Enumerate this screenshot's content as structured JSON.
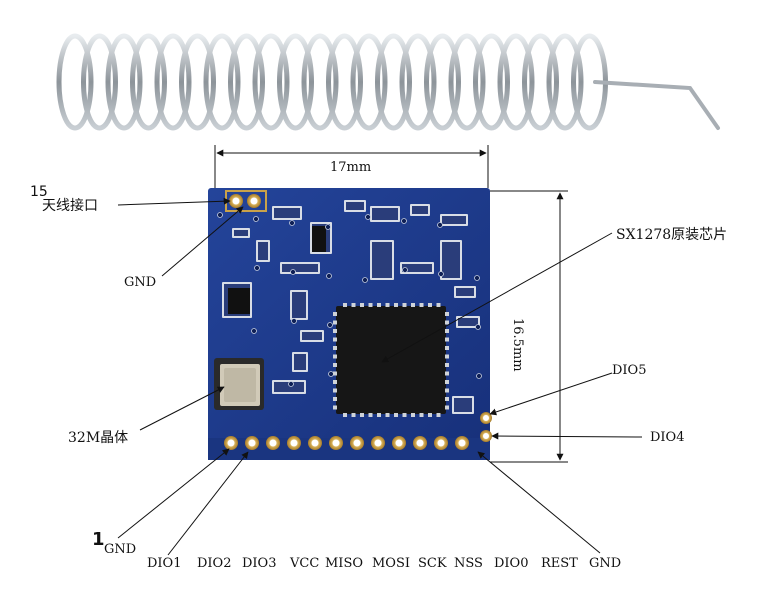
{
  "dimension": {
    "width": "17mm",
    "height": "16.5mm"
  },
  "labels": {
    "antenna_interface": "天线接口",
    "antenna_pin_number": "15",
    "gnd_top": "GND",
    "chip": "SX1278原装芯片",
    "crystal": "32M晶体",
    "dio5": "DIO5",
    "dio4": "DIO4",
    "pin1_number": "1",
    "pin1_gnd": "GND"
  },
  "bottom_pins": [
    "DIO1",
    "DIO2",
    "DIO3",
    "VCC",
    "MISO",
    "MOSI",
    "SCK",
    "NSS",
    "DIO0",
    "REST",
    "GND"
  ],
  "colors": {
    "pcb": "#1f3a8c",
    "pcb_dark": "#13286a",
    "pad_gold": "#c9a24a",
    "chip_body": "#1a1a1a",
    "crystal_body": "#cfc9b8",
    "spring": "#9aa0a6"
  }
}
